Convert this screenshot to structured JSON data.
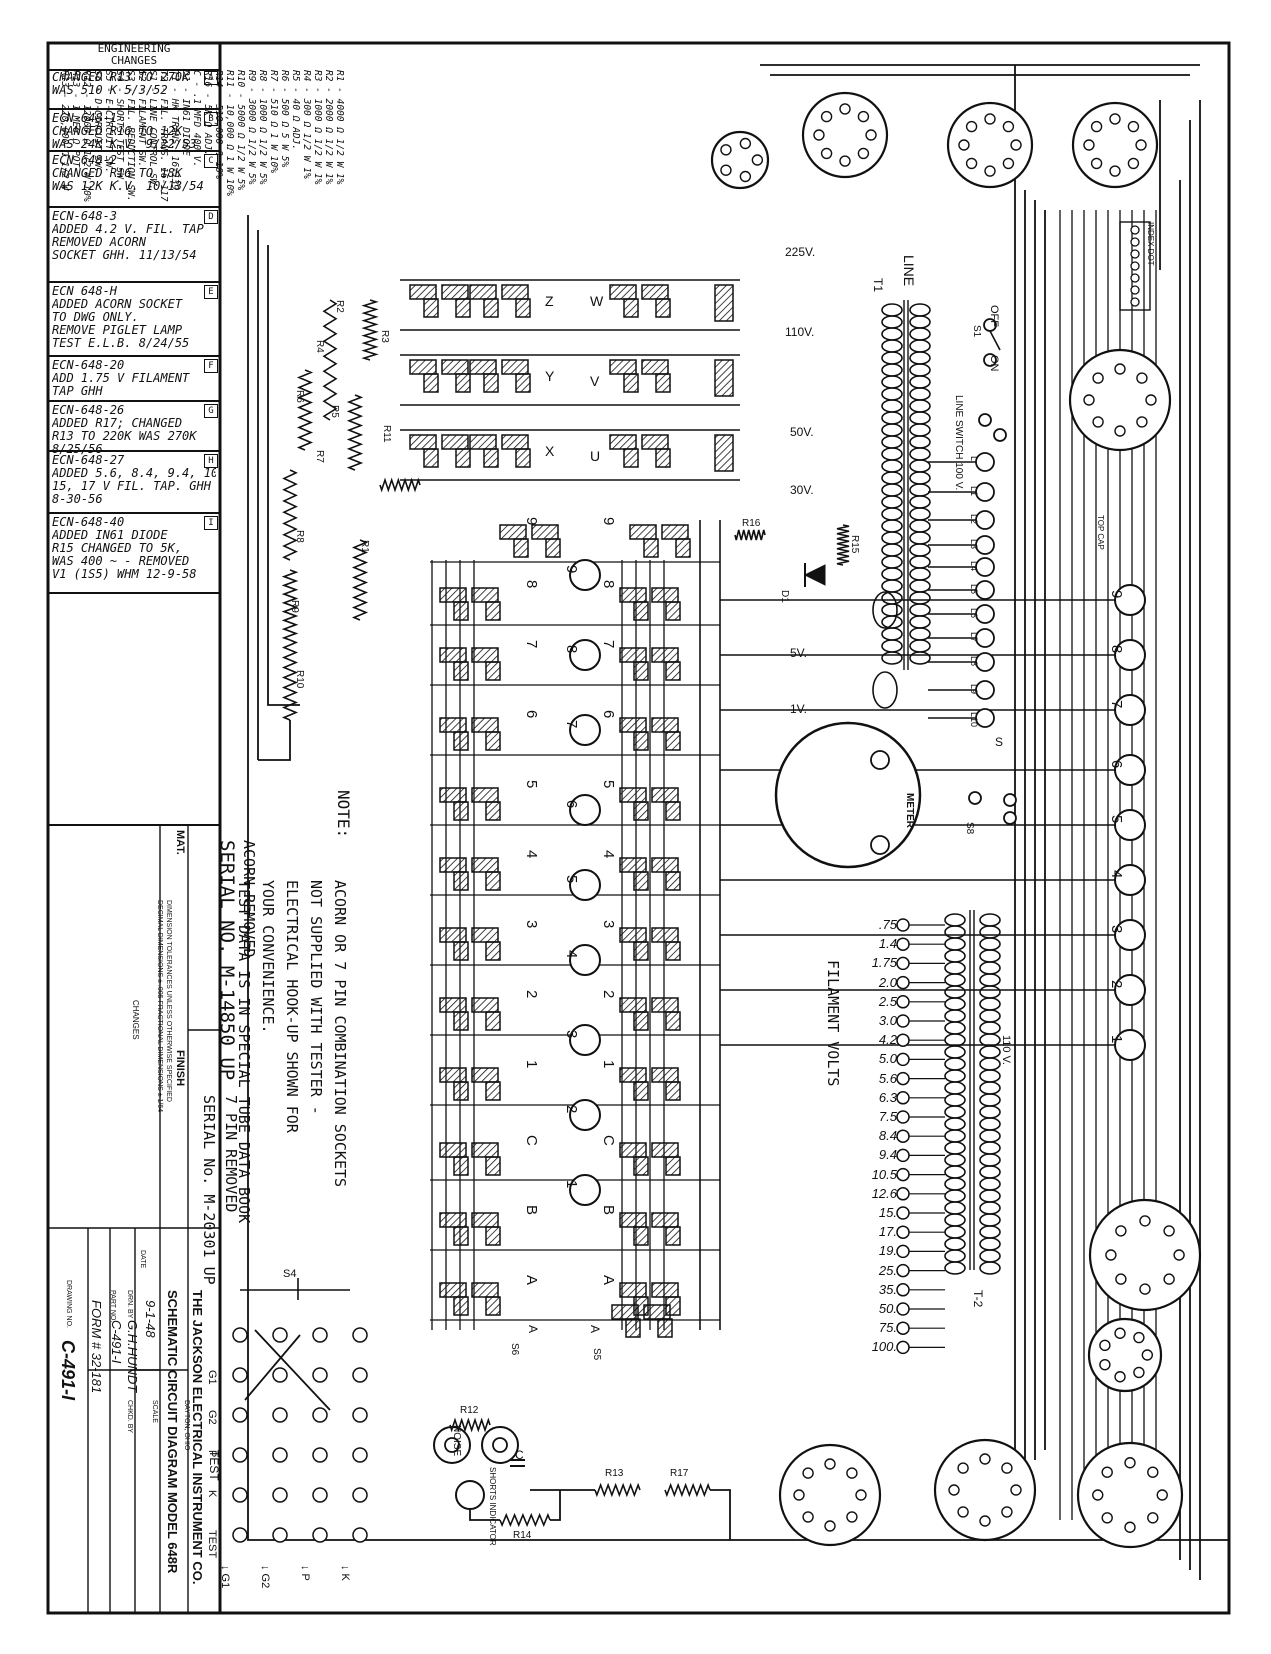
{
  "engineering_changes": {
    "header": "ENGINEERING\nCHANGES",
    "entries": [
      {
        "tag": "A",
        "lines": [
          "CHANGED R13 TO 270K",
          "WAS 510 K          5/3/52"
        ]
      },
      {
        "tag": "B",
        "lines": [
          "ECN-648-1",
          "CHANGED R16 TO 12K",
          "WAS 24K  K.V. 9/22/53"
        ]
      },
      {
        "tag": "C",
        "lines": [
          "ECN 648-2",
          "CHANGED R16 TO 18K",
          "WAS 12K    K.V. 10/13/54"
        ]
      },
      {
        "tag": "D",
        "lines": [
          "ECN-648-3",
          "ADDED 4.2 V. FIL. TAP",
          "REMOVED ACORN",
          "SOCKET     GHH. 11/13/54"
        ]
      },
      {
        "tag": "E",
        "lines": [
          "ECN 648-H",
          "ADDED ACORN SOCKET",
          "TO DWG ONLY.",
          "REMOVE PIGLET LAMP",
          "TEST      E.L.B. 8/24/55"
        ]
      },
      {
        "tag": "F",
        "lines": [
          "ECN-648-20",
          "ADD 1.75 V FILAMENT",
          "TAP    GHH"
        ]
      },
      {
        "tag": "G",
        "lines": [
          "ECN-648-26",
          "ADDED R17; CHANGED",
          "R13 TO 220K WAS 270K",
          "        8/25/56"
        ]
      },
      {
        "tag": "H",
        "lines": [
          "ECN-648-27",
          "ADDED 5.6, 8.4, 9.4, 10.5",
          "15, 17 V FIL. TAP. GHH",
          "              8-30-56"
        ]
      },
      {
        "tag": "I",
        "lines": [
          "ECN-648-40",
          "ADDED IN61 DIODE",
          "R15 CHANGED TO 5K,",
          "WAS 400 ~ - REMOVED",
          "V1 (1S5)  WHM 12-9-58"
        ]
      }
    ]
  },
  "parts_list": [
    "R1 - 4000 Ω 1/2 W 1%",
    "R2 - 2000 Ω 1/2 W 1%",
    "R3 - 1000 Ω 1/2 W 1%",
    "R4 - 300 Ω 1/2 W 1%",
    "R5 - 40 Ω ADJ.",
    "R6 - 500 Ω 5 W 5%",
    "R7 - 510 Ω 1 W 10%",
    "R8 - 1000 Ω 1/2 W 5%",
    "R9 - 3000 Ω 1/2 W 5%",
    "R10 - 5000 Ω 1/2 W 5%",
    "R11 - 10,000 Ω 1 W 10%",
    "R14 - 510,000 Ω 10%",
    "R16 - 5K Ω ADJ.",
    "C - .1 MFD 400 V.",
    "D1 - IN61 DIODE",
    "T1 - HK TRANS. 16-139",
    "T2 - FIL. TRANS. 16-117",
    "S1 - LINE CONTROL SW.",
    "S2 - FILAMENT SW.",
    "S3 - FIL. REDUCTION SW.",
    "S4 - SHORTS TEST SW.",
    "S5 - E-CIRCUIT SW.",
    "S6 - D-CIRCUIT SW.",
    "R12 - 12000 Ω 1/2 W 10%",
    "R13 - 1 MEG Ω POT",
    "R13 - 220,000 Ω 1/2 W"
  ],
  "voltage_labels": {
    "v225": "225V.",
    "v110": "110V.",
    "v50": "50V.",
    "v30": "30V.",
    "v5": "5V.",
    "v1": "1V."
  },
  "transformer_labels": {
    "t1": "T1",
    "t2": "T-2",
    "line": "LINE",
    "line_switch": "LINE SWITCH 100 V.",
    "off": "OFF",
    "on": "ON",
    "s1": "S1",
    "s8": "S8",
    "v110_t2": "110 V.",
    "s_tap": "S"
  },
  "t1_taps": [
    "L",
    "L1",
    "L2",
    "L3",
    "L4",
    "L5",
    "L6",
    "L7",
    "L8",
    "L9",
    "L10"
  ],
  "filament_volts": {
    "title": "FILAMENT VOLTS",
    "taps": [
      ".75",
      "1.4",
      "1.75",
      "2.0",
      "2.5",
      "3.0",
      "4.2",
      "5.0",
      "5.6",
      "6.3",
      "7.5",
      "8.4",
      "9.4",
      "10.5",
      "12.6",
      "15.",
      "17.",
      "19.",
      "25.",
      "35.",
      "50.",
      "75.",
      "100."
    ]
  },
  "meter_label": "METER",
  "selector_rows": [
    "9",
    "8",
    "7",
    "6",
    "5",
    "4",
    "3",
    "2",
    "1",
    "C",
    "B",
    "A"
  ],
  "circled_numbers": [
    "9",
    "8",
    "7",
    "6",
    "5",
    "4",
    "3",
    "2",
    "1"
  ],
  "right_circled": [
    "9",
    "8",
    "7",
    "6",
    "5",
    "4",
    "3",
    "2",
    "1"
  ],
  "switch_labels": {
    "z": "Z",
    "y": "Y",
    "x": "X",
    "w": "W",
    "v": "V",
    "u": "U",
    "s5": "S5",
    "s6": "S6",
    "a1": "A",
    "a2": "A"
  },
  "resistor_labels": {
    "r1": "R1",
    "r2": "R2",
    "r3": "R3",
    "r4": "R4",
    "r5": "R5",
    "r6": "R6",
    "r7": "R7",
    "r8": "R8",
    "r9": "R9",
    "r10": "R10",
    "r11": "R11",
    "r12": "R12",
    "r13": "R13",
    "r14": "R14",
    "r15": "R15",
    "r16": "R16",
    "r17": "R17",
    "d1": "D1"
  },
  "misc_labels": {
    "noise": "NOISE",
    "c": "C",
    "shorts": "SHORTS INDICATOR",
    "test": "TEST",
    "sa": "S4",
    "index": "INDEX DOT",
    "top_cap": "TOP CAP"
  },
  "bottom_terminals": [
    "G1",
    "G2",
    "P",
    "K"
  ],
  "test_col_labels": [
    "G1",
    "G2",
    "P",
    "K",
    "TEST"
  ],
  "note": {
    "label": "NOTE:",
    "lines": [
      "ACORN OR 7 PIN COMBINATION SOCKETS",
      "NOT SUPPLIED WITH TESTER -",
      "ELECTRICAL HOOK-UP SHOWN FOR",
      "YOUR CONVENIENCE.",
      "TEST DATA IS IN SPECIAL TUBE DATA BOOK"
    ]
  },
  "serial": {
    "acorn": "ACORN REMOVED",
    "acorn_serial": "SERIAL NO. M-14850 UP",
    "pin7": "7 PIN REMOVED",
    "pin7_serial": "SERIAL No. M-20301 UP"
  },
  "title_block": {
    "mat": "MAT.",
    "finish": "FINISH",
    "tolerance1": "DIMENSION TOLERANCES UNLESS OTHERWISE SPECIFIED",
    "tolerance2": "DECIMAL DIMENSIONS ± .005   FRACTIONAL DIMENSIONS ± 1/64",
    "changes": "CHANGES",
    "company": "THE JACKSON ELECTRICAL INSTRUMENT CO.",
    "city": "DAYTON, OHIO",
    "title": "SCHEMATIC CIRCUIT DIAGRAM MODEL 648R",
    "scale_label": "SCALE",
    "date_label": "DATE",
    "date": "9-1-48",
    "drawn_label": "DRN. BY",
    "drawn": "G.H.HUNDT",
    "chkd_label": "CHKD. BY",
    "part_label": "PART NO.",
    "part": "C-491-I",
    "form": "FORM # 32-181",
    "drawing_label": "DRAWING NO.",
    "drawing": "C-491-I"
  }
}
